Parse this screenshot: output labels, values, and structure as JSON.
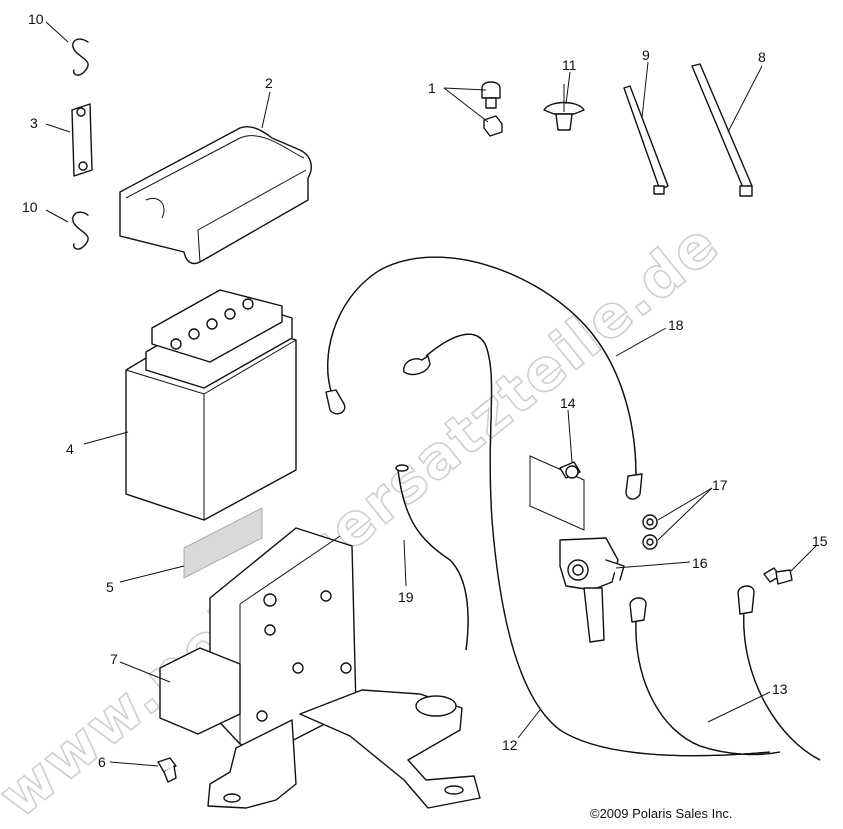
{
  "callouts": {
    "c1": "1",
    "c2": "2",
    "c3": "3",
    "c4": "4",
    "c5": "5",
    "c6": "6",
    "c7": "7",
    "c8": "8",
    "c9": "9",
    "c10a": "10",
    "c10b": "10",
    "c11": "11",
    "c12": "12",
    "c13": "13",
    "c14": "14",
    "c15": "15",
    "c16": "16",
    "c17": "17",
    "c18": "18",
    "c19": "19"
  },
  "copyright": "©2009 Polaris Sales Inc.",
  "watermark": "www.polarisersatzteile.de"
}
